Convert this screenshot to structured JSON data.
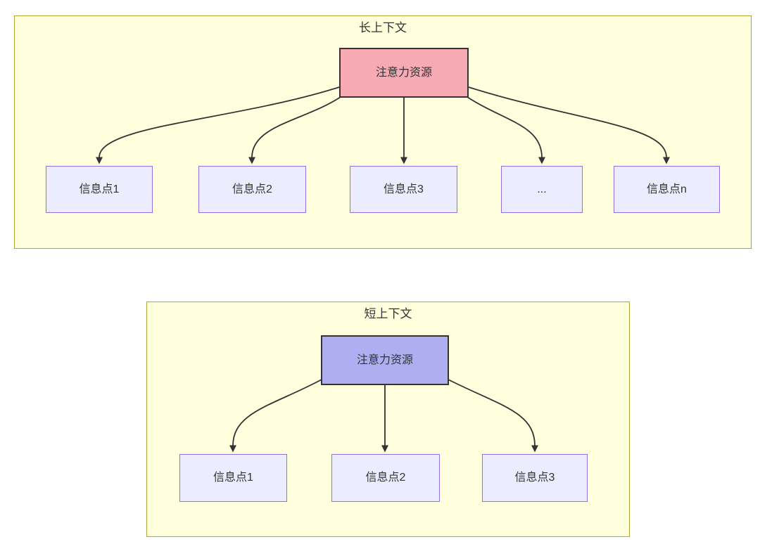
{
  "colors": {
    "page_bg": "#ffffff",
    "cluster_fill": "#ffffde",
    "cluster_border": "#aaaa33",
    "node_fill": "#ececff",
    "node_border": "#9370db",
    "attention_long_fill": "#f7a9b4",
    "attention_short_fill": "#aeaef0",
    "attention_border": "#333333",
    "edge_color": "#333333",
    "text_color": "#333333"
  },
  "long_context": {
    "title": "长上下文",
    "attention_label": "注意力资源",
    "nodes": [
      {
        "label": "信息点1"
      },
      {
        "label": "信息点2"
      },
      {
        "label": "信息点3"
      },
      {
        "label": "..."
      },
      {
        "label": "信息点n"
      }
    ]
  },
  "short_context": {
    "title": "短上下文",
    "attention_label": "注意力资源",
    "nodes": [
      {
        "label": "信息点1"
      },
      {
        "label": "信息点2"
      },
      {
        "label": "信息点3"
      }
    ]
  }
}
